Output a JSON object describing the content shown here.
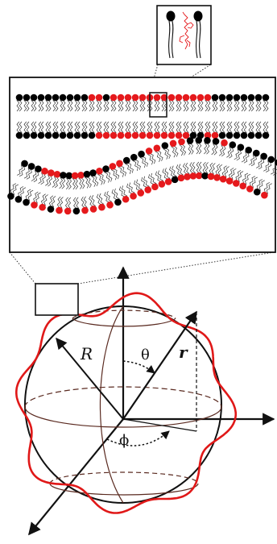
{
  "labels": {
    "radius": "R",
    "polar_angle": "θ",
    "position_vector": "r",
    "azimuth_angle": "ϕ"
  },
  "colors": {
    "lipid_red": "#e5191c",
    "lipid_black": "#000000",
    "deformed_surface": "#e01818",
    "sphere_latitude": "#5a2a20",
    "ink": "#111111"
  }
}
